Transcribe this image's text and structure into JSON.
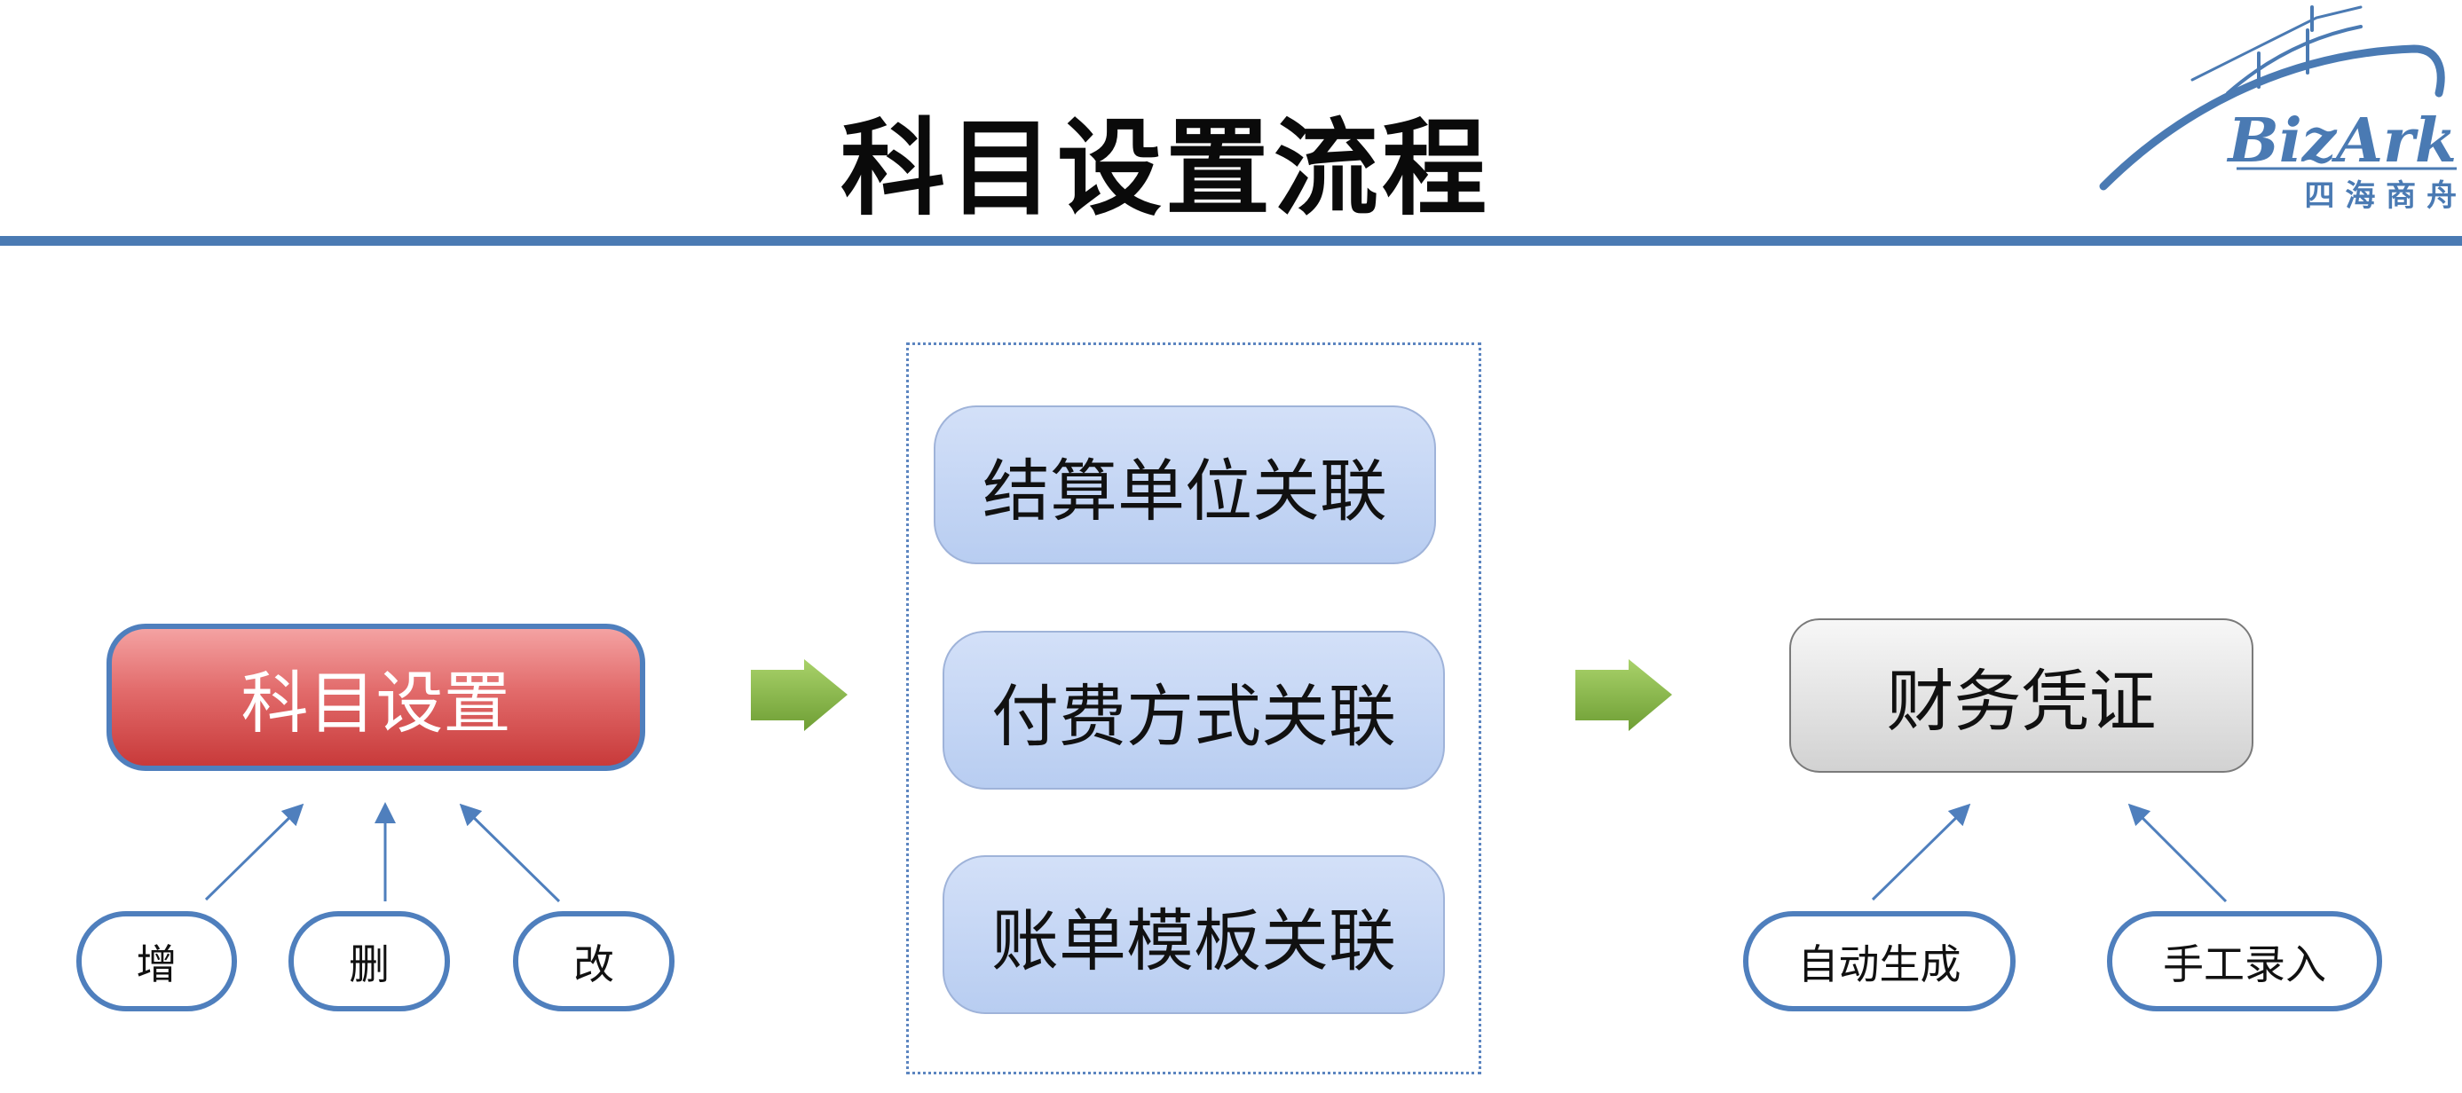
{
  "title": "科目设置流程",
  "logo": {
    "brand": "BizArk",
    "tagline": "四 海 商 舟"
  },
  "subject": {
    "label": "科目设置",
    "operations": [
      "增",
      "删",
      "改"
    ]
  },
  "links": [
    "结算单位关联",
    "付费方式关联",
    "账单模板关联"
  ],
  "voucher": {
    "label": "财务凭证",
    "sources": [
      "自动生成",
      "手工录入"
    ]
  },
  "colors": {
    "accent": "#4a7ab3",
    "subject_fill": "#e26b6b",
    "link_fill": "#c5d6f4",
    "voucher_fill": "#e4e4e4",
    "arrow_green": "#7fb140"
  }
}
